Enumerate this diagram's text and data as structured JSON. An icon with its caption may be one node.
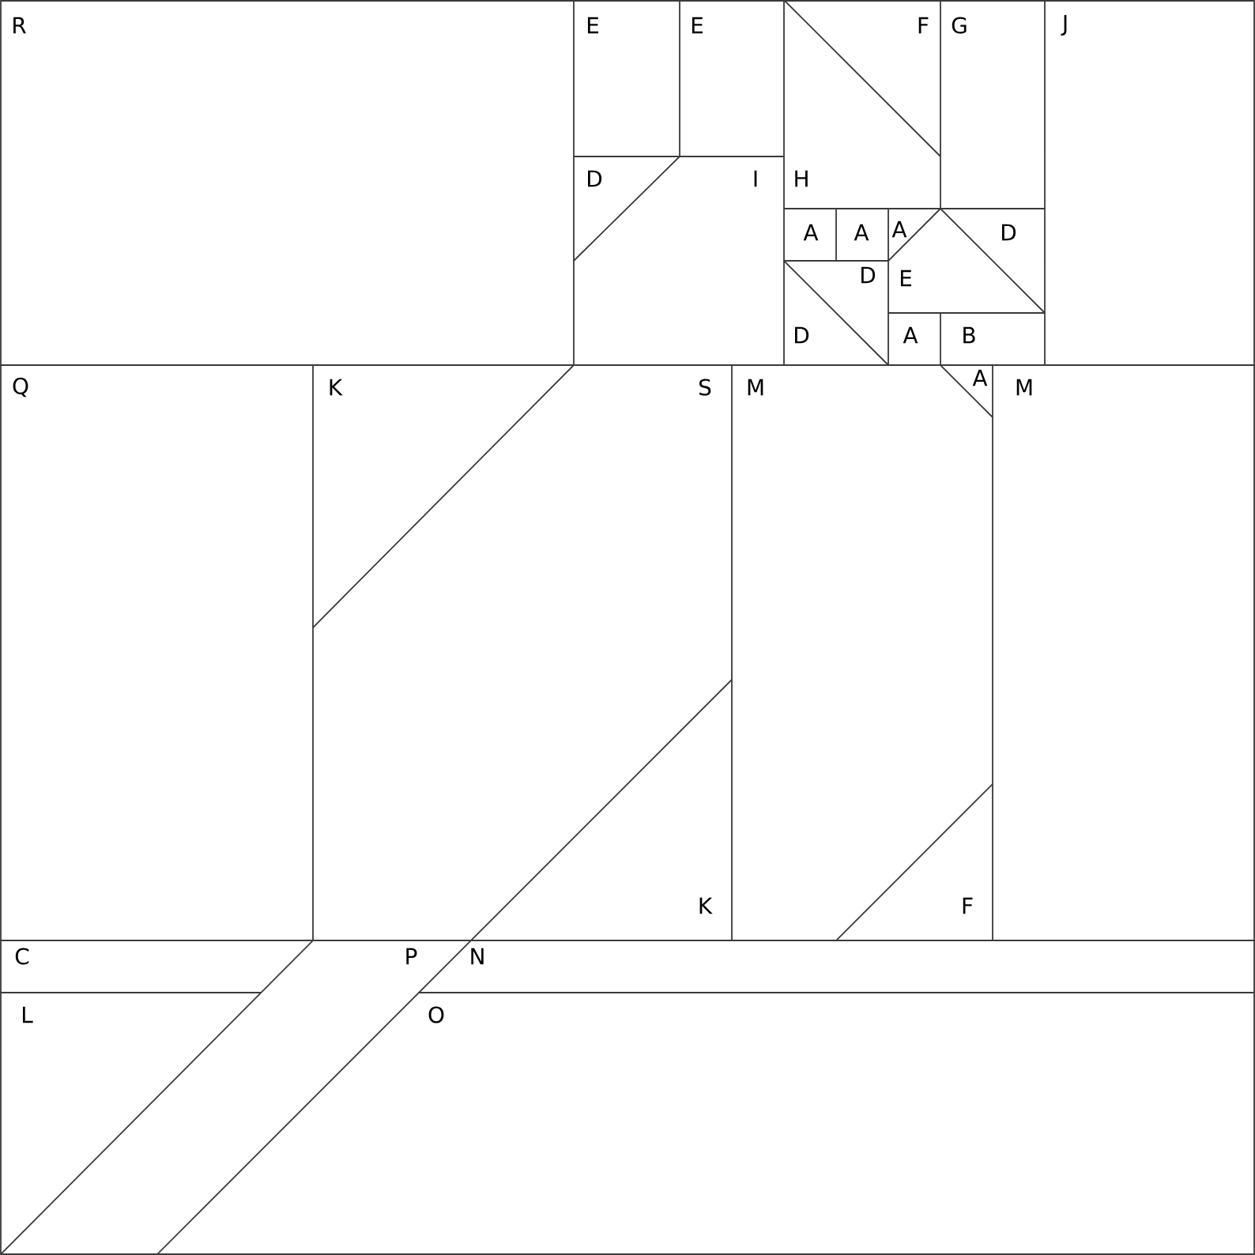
{
  "diagram": {
    "labels": [
      "R",
      "E",
      "E",
      "F",
      "G",
      "J",
      "D",
      "I",
      "H",
      "A",
      "A",
      "A",
      "D",
      "D",
      "E",
      "D",
      "A",
      "B",
      "Q",
      "K",
      "S",
      "M",
      "A",
      "M",
      "K",
      "F",
      "C",
      "P",
      "N",
      "L",
      "O"
    ]
  }
}
